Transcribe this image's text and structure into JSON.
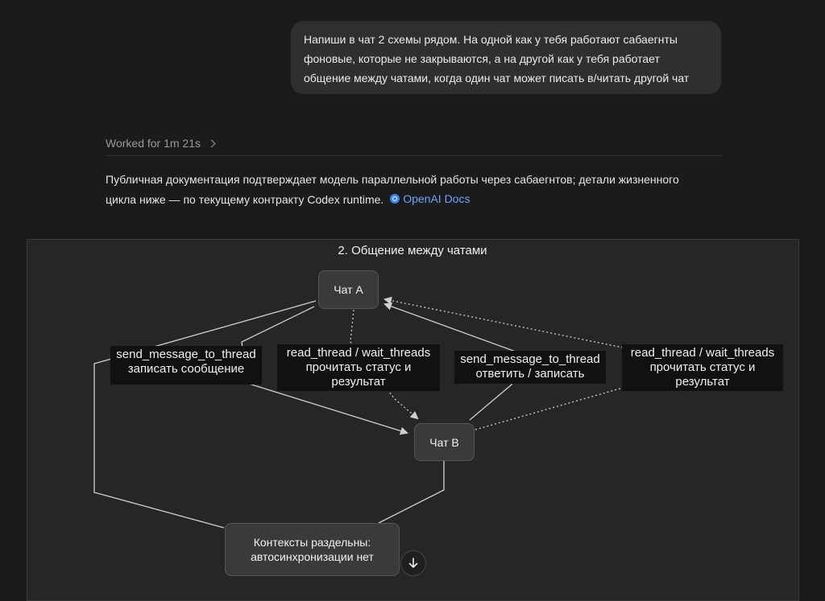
{
  "user_message": {
    "lines": [
      "Напиши в чат 2 схемы рядом. На одной как  у тебя работают сабаегнты",
      "фоновые, которые не закрываются, а на другой как у тебя работает",
      "общение между чатами, когда один чат может писать в/читать другой чат"
    ]
  },
  "status": {
    "worked": "Worked for 1m 21s"
  },
  "answer": {
    "line1": "Публичная документация подтверждает модель параллельной работы через сабаегнтов; детали жизненного",
    "line2": "цикла ниже — по текущему контракту Codex runtime.",
    "source_label": "OpenAI Docs"
  },
  "diagram": {
    "title": "2. Общение между чатами",
    "nodes": {
      "chat_a": "Чат A",
      "chat_b": "Чат B",
      "context_line1": "Контексты раздельны:",
      "context_line2": "автосинхронизации нет"
    },
    "edges": {
      "send_a_line1": "send_message_to_thread",
      "send_a_line2": "записать сообщение",
      "read_a_line1": "read_thread / wait_threads",
      "read_a_line2": "прочитать статус и",
      "read_a_line3": "результат",
      "send_b_line1": "send_message_to_thread",
      "send_b_line2": "ответить / записать",
      "read_b_line1": "read_thread / wait_threads",
      "read_b_line2": "прочитать статус и",
      "read_b_line3": "результат"
    }
  },
  "colors": {
    "background": "#1b1b1b",
    "bubble": "#2f2f2f",
    "diagram_bg": "#262626",
    "link": "#6aa6ff"
  },
  "icons": {
    "chevron": "chevron-right-icon",
    "scroll": "arrow-down-icon",
    "source": "openai-docs-icon"
  }
}
